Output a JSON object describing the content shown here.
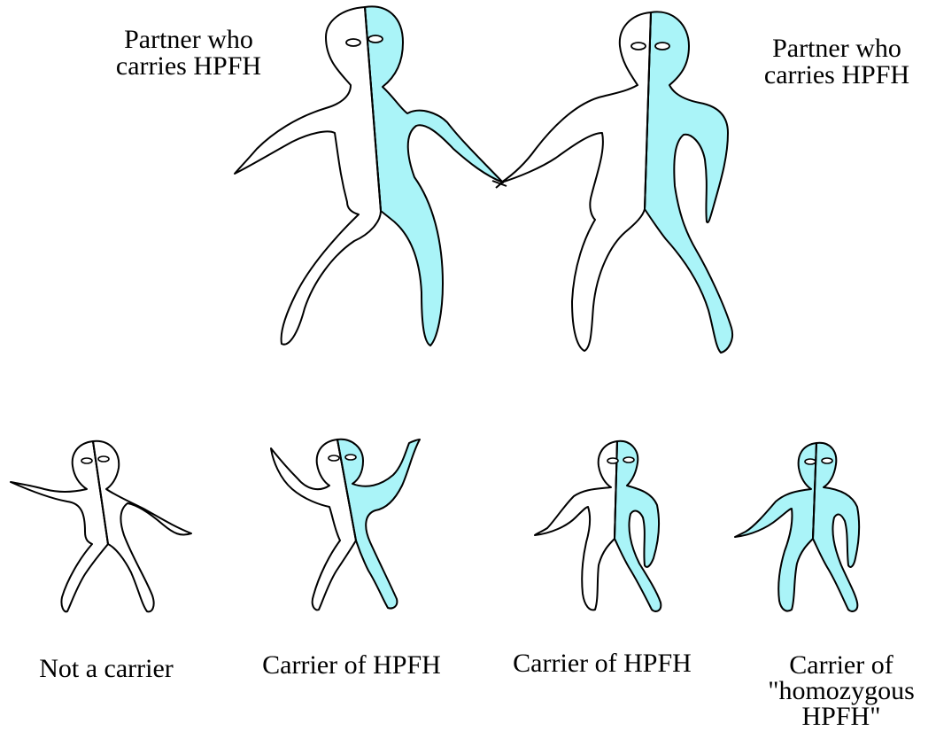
{
  "colors": {
    "carrier_fill": "#aaf4f8",
    "normal_fill": "#ffffff",
    "outline": "#000000"
  },
  "parents": {
    "left_label": [
      "Partner who",
      "carries HPFH"
    ],
    "right_label": [
      "Partner who",
      "carries HPFH"
    ]
  },
  "children": [
    {
      "label": [
        "Not a carrier"
      ],
      "left_half": "white",
      "right_half": "white"
    },
    {
      "label": [
        "Carrier of HPFH"
      ],
      "left_half": "white",
      "right_half": "cyan"
    },
    {
      "label": [
        "Carrier of HPFH"
      ],
      "left_half": "white",
      "right_half": "cyan"
    },
    {
      "label": [
        "Carrier of",
        "\"homozygous",
        "HPFH\""
      ],
      "left_half": "cyan",
      "right_half": "cyan"
    }
  ]
}
